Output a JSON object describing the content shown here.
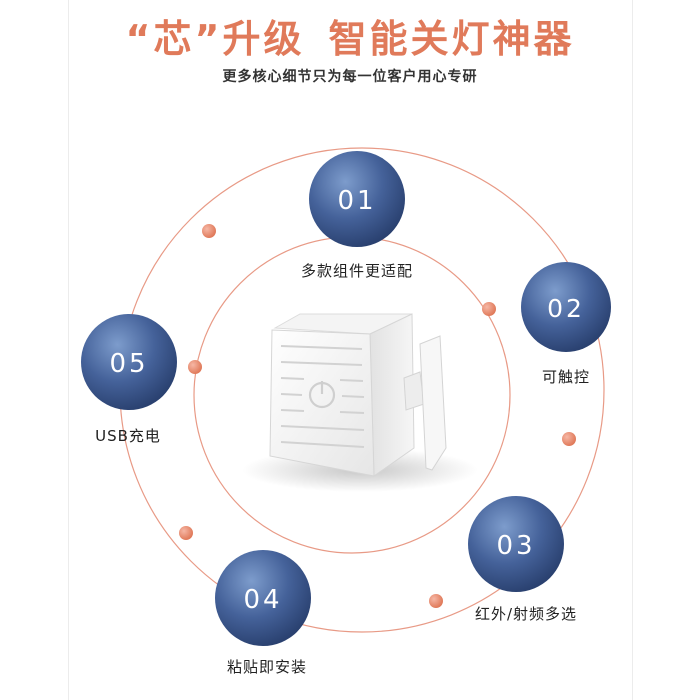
{
  "header": {
    "title_quote_open": "“",
    "title_char": "芯",
    "title_quote_close": "”",
    "title_upgrade": "升级",
    "title_product": "智能关灯神器",
    "subtitle": "更多核心细节只为每一位客户用心专研"
  },
  "features": [
    {
      "number": "01",
      "label": "多款组件更适配"
    },
    {
      "number": "02",
      "label": "可触控"
    },
    {
      "number": "03",
      "label": "红外/射频多选"
    },
    {
      "number": "04",
      "label": "粘贴即安装"
    },
    {
      "number": "05",
      "label": "USB充电"
    }
  ],
  "colors": {
    "accent": "#e07a5a",
    "circle_blue": "#3d5a8a",
    "ring": "#e89a86",
    "text": "#222222"
  },
  "product": {
    "icon": "power-icon"
  }
}
